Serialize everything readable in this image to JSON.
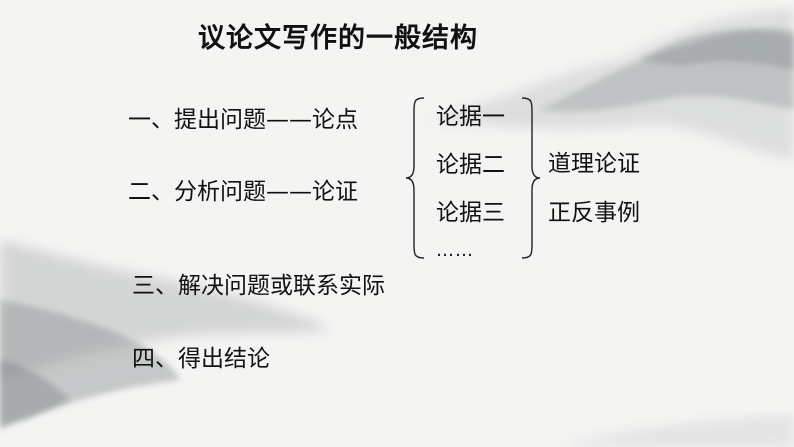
{
  "title": "议论文写作的一般结构",
  "structure": [
    "一、提出问题——论点",
    "二、分析问题——论证",
    "三、解决问题或联系实际",
    "四、得出结论"
  ],
  "evidence": [
    "论据一",
    "论据二",
    "论据三",
    "……"
  ],
  "methods": [
    "道理论证",
    "正反事例"
  ]
}
